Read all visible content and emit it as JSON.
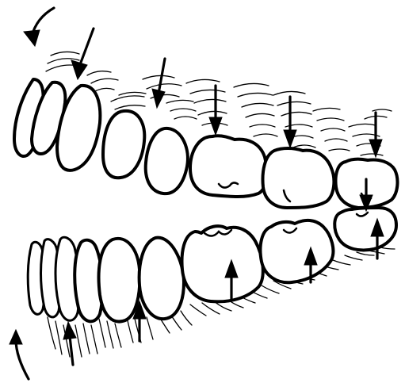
{
  "illustration": {
    "subject": "dental-arches-occlusion",
    "ink_color": "#000000",
    "paper_color": "#ffffff",
    "upper_arch": {
      "tooth_count": 8,
      "force_direction": "down"
    },
    "lower_arch": {
      "tooth_count": 9,
      "force_direction": "up"
    },
    "arrows": {
      "upper_count": 7,
      "lower_count": 6
    }
  }
}
